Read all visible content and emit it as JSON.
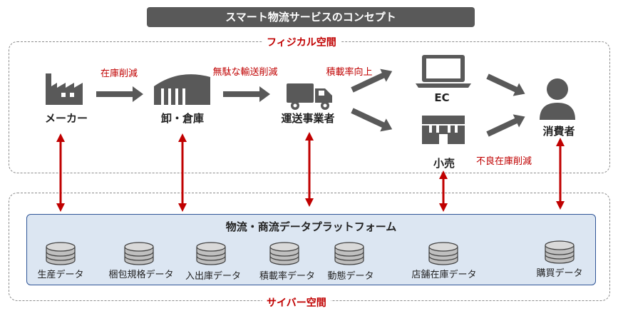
{
  "title": "スマート物流サービスのコンセプト",
  "zones": {
    "physical_label": "フィジカル空間",
    "cyber_label": "サイバー空間"
  },
  "nodes": {
    "maker": "メーカー",
    "wholesale": "卸・倉庫",
    "transport": "運送事業者",
    "ec": "EC",
    "retail": "小売",
    "consumer": "消費者"
  },
  "flows": {
    "inventory_reduction": "在庫削減",
    "waste_reduction": "無駄な輸送削減",
    "load_factor": "積載率向上",
    "defect_reduction": "不良在庫削減"
  },
  "platform": {
    "title": "物流・商流データプラットフォーム",
    "databases": [
      "生産データ",
      "梱包規格データ",
      "入出庫データ",
      "積載率データ",
      "動態データ",
      "店舗在庫データ",
      "購買データ"
    ]
  },
  "colors": {
    "accent_red": "#c00000",
    "icon_gray": "#595959",
    "platform_fill": "#dce6f2",
    "platform_border": "#2f5597"
  }
}
